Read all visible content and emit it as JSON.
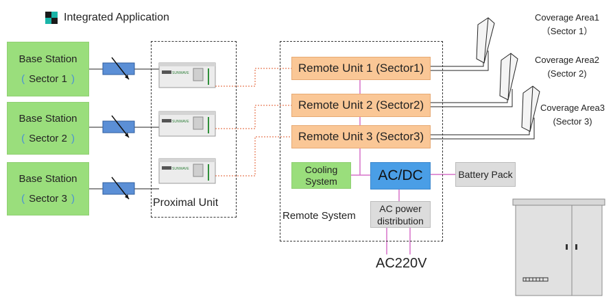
{
  "header": {
    "title": "Integrated Application",
    "icon": "integrated-application-logo-icon",
    "icon_colors": [
      "#1a1a1a",
      "#19b5a8",
      "#19b5a8",
      "#1a1a1a"
    ]
  },
  "base_stations": [
    {
      "label": "Base Station",
      "sector": "Sector 1",
      "open_bracket": "(",
      "close_bracket": ")"
    },
    {
      "label": "Base Station",
      "sector": "Sector 2",
      "open_bracket": "(",
      "close_bracket": ")"
    },
    {
      "label": "Base Station",
      "sector": "Sector 3",
      "open_bracket": "(",
      "close_bracket": ")"
    }
  ],
  "proximal_unit": {
    "label": "Proximal Unit",
    "device_badge": "SUNWAVE"
  },
  "remote_system": {
    "label": "Remote System",
    "remote_units": [
      "Remote Unit 1 (Sector1)",
      "Remote Unit 2 (Sector2)",
      "Remote Unit 3 (Sector3)"
    ],
    "cooling": "Cooling System",
    "acdc": "AC/DC",
    "ac_distribution": "AC power distribution"
  },
  "battery_pack": "Battery Pack",
  "ac_input": "AC220V",
  "coverage_areas": [
    {
      "name": "Coverage Area1",
      "sector": "（Sector 1）"
    },
    {
      "name": "Coverage Area2",
      "sector": "(Sector 2)"
    },
    {
      "name": "Coverage Area3",
      "sector": "(Sector 3)"
    }
  ],
  "colors": {
    "base_station": "#9ade7c",
    "remote_unit": "#fac796",
    "acdc": "#4a9ee6",
    "gray_box": "#dcdcdc",
    "fiber_link": "#e0572a",
    "internal_bus": "#d670c8",
    "attenuator": "#5b8fd6"
  }
}
